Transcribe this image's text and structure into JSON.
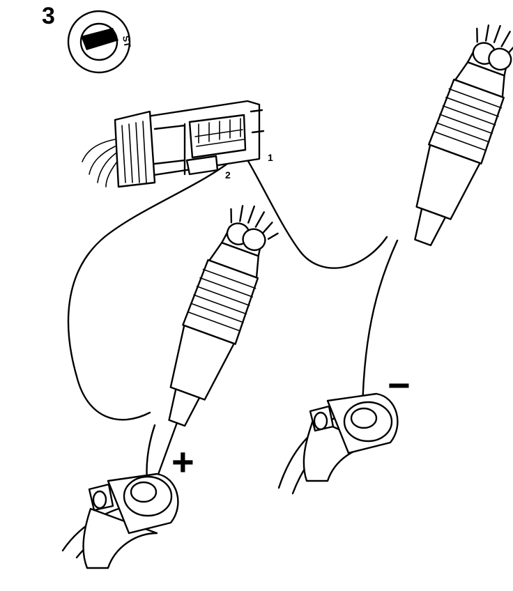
{
  "labels": {
    "step": "3",
    "pin_1": "1",
    "pin_2": "2",
    "positive": "+",
    "negative": "−",
    "ignition_mark": "ST"
  },
  "icons": [
    "ignition-switch-icon",
    "connector-icon",
    "test-lamp-icon",
    "battery-terminal-icon"
  ]
}
